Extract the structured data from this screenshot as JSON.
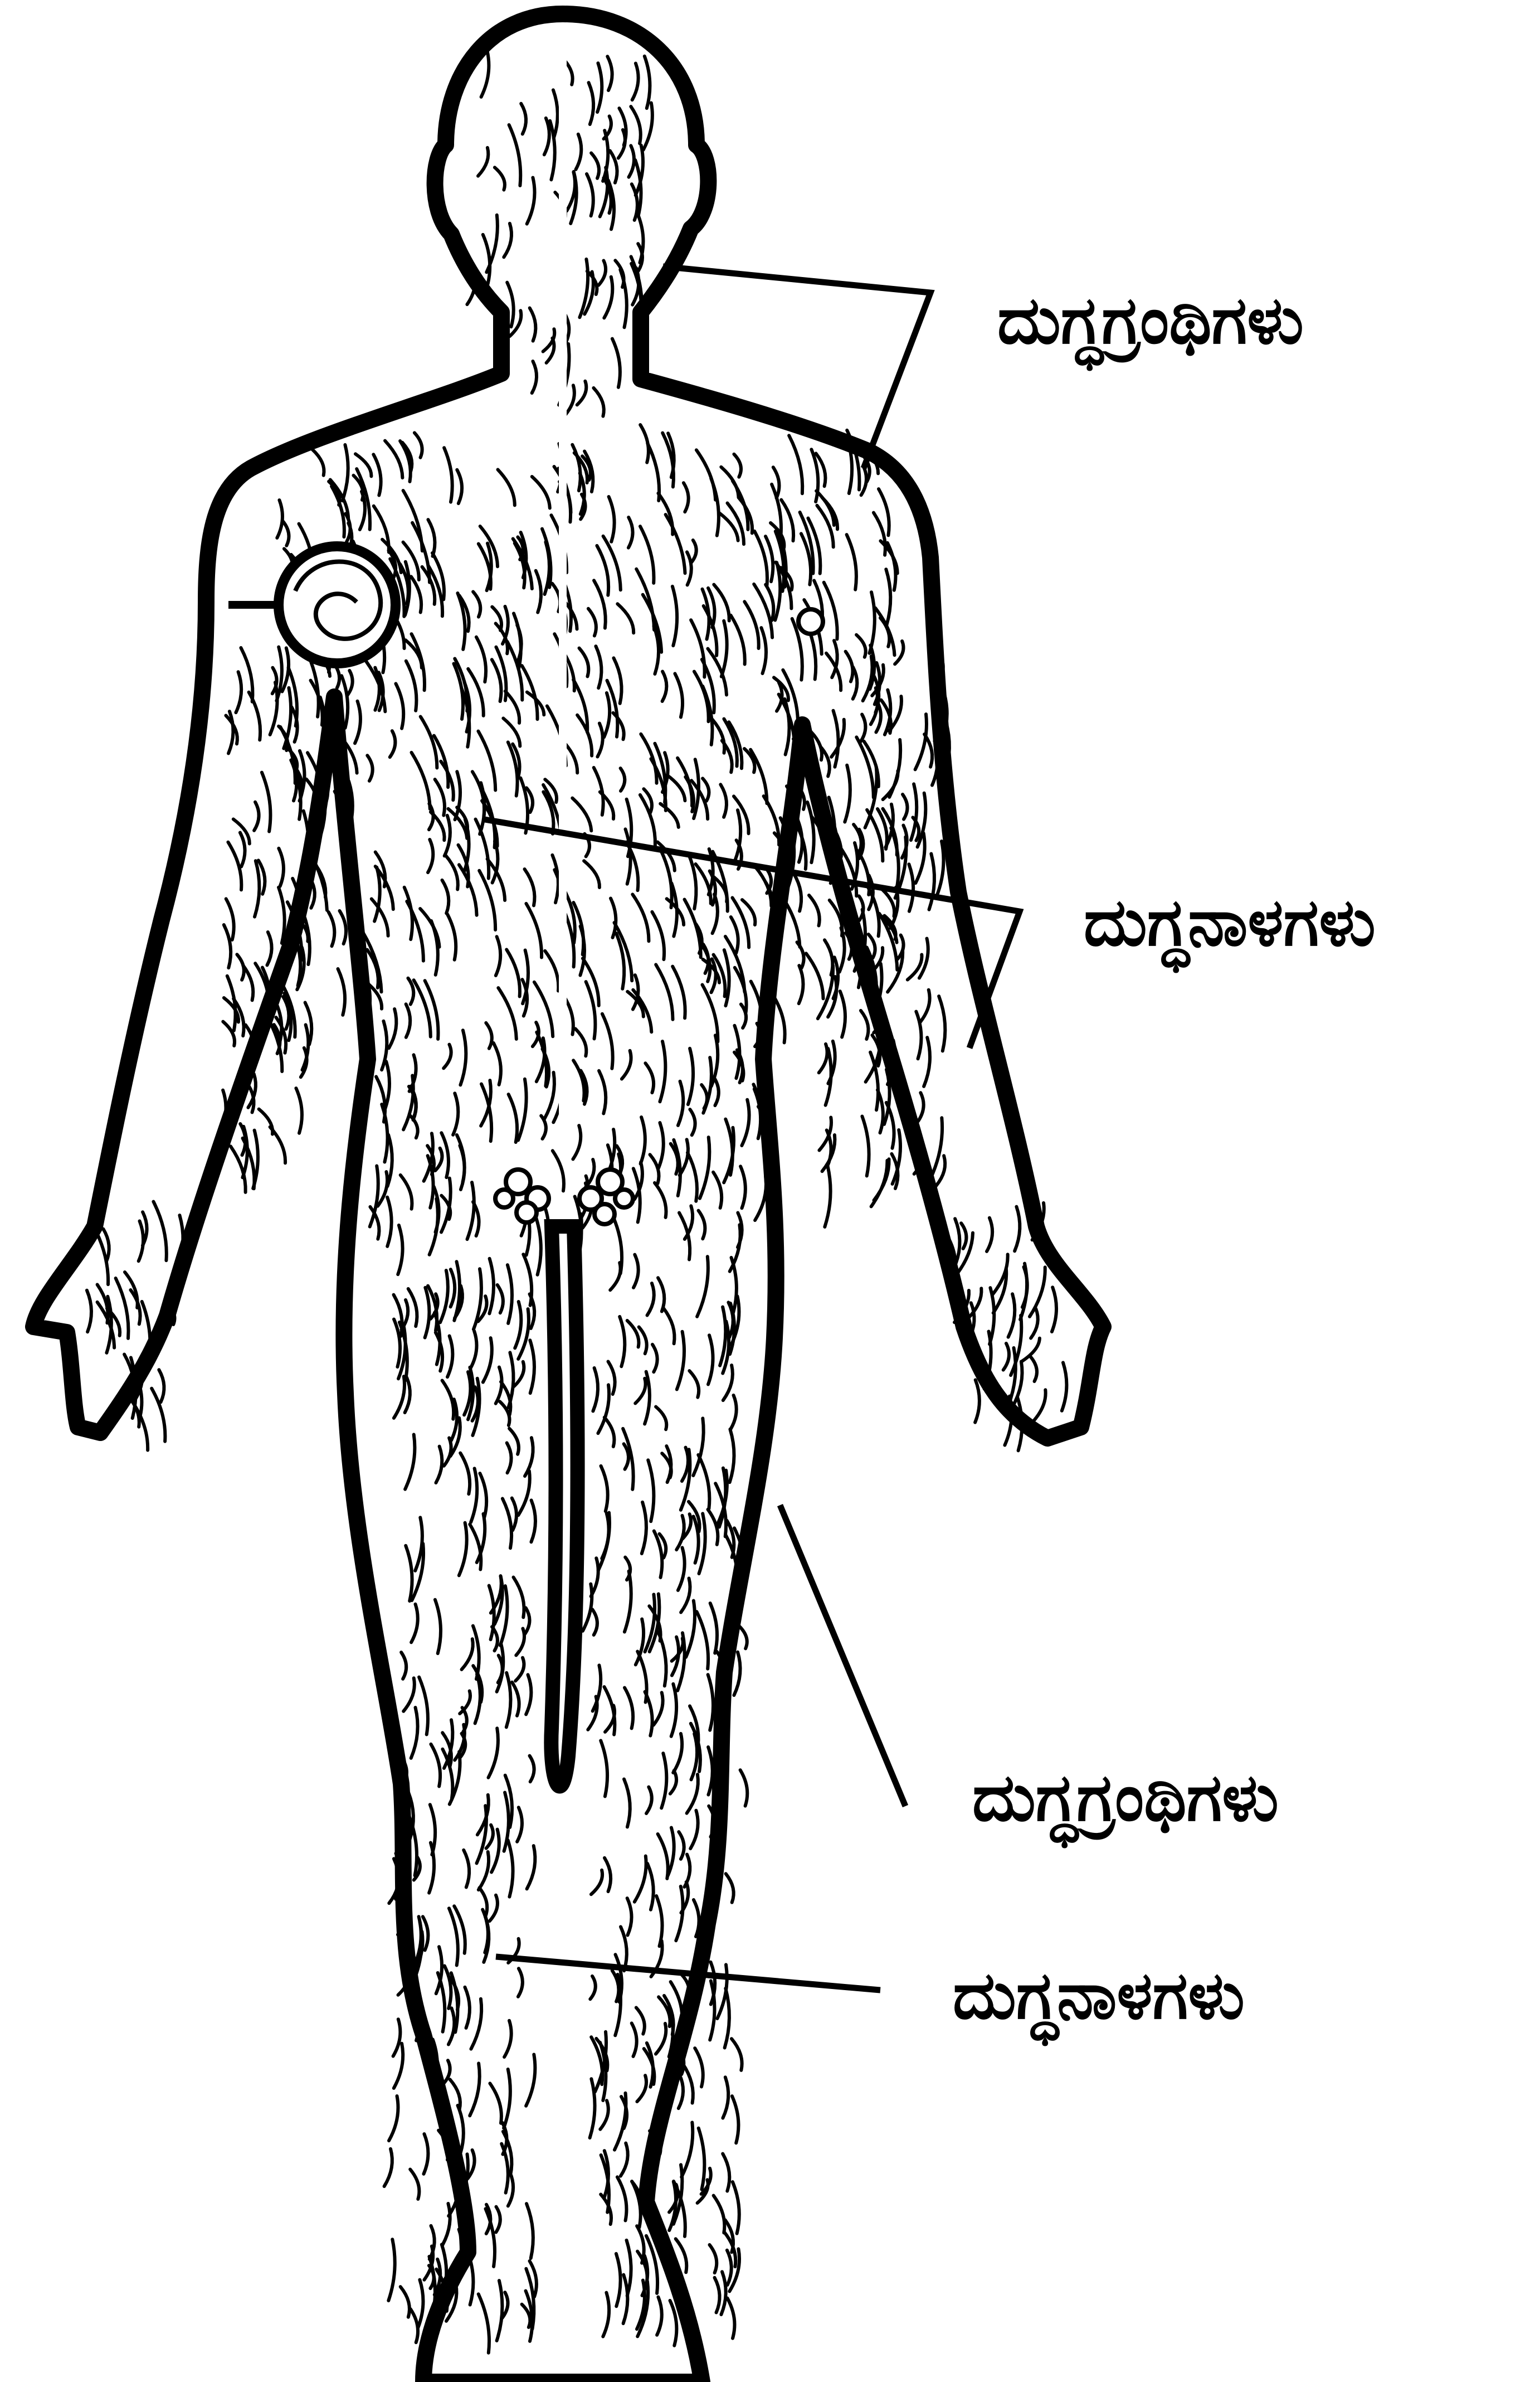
{
  "labels": {
    "upper_nodes": "ದುಗ್ಧಗ್ರಂಥಿಗಳು",
    "upper_vessels": "ದುಗ್ಧನಾಳಗಳು",
    "lower_nodes": "ದುಗ್ಧಗ್ರಂಥಿಗಳು",
    "lower_vessels": "ದುಗ್ಧನಾಳಗಳು"
  },
  "colors": {
    "ink": "#000000",
    "paper": "#ffffff"
  }
}
